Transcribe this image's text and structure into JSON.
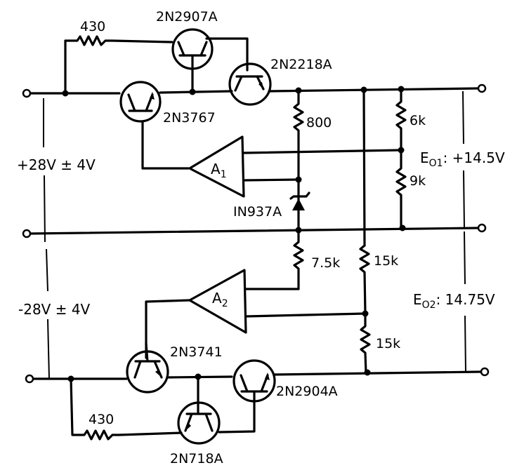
{
  "diagram": {
    "type": "circuit-schematic",
    "title": "Dual tracking regulated power supply (±28V in, +14.5V / -14.75V out)"
  },
  "inputs": {
    "positive_supply": "+28V ± 4V",
    "negative_supply": "-28V ± 4V"
  },
  "outputs": {
    "e01_prefix": "E",
    "e01_sub": "O1",
    "e01_value": ": +14.5V",
    "e02_prefix": "E",
    "e02_sub": "O2",
    "e02_value": ": 14.75V"
  },
  "transistors": {
    "q_top_mid": "2N2907A",
    "q_top_right": "2N2218A",
    "q_top_pass": "2N3767",
    "q_bot_pass": "2N3741",
    "q_bot_right": "2N2904A",
    "q_bot_mid": "2N718A"
  },
  "amplifiers": {
    "a1_main": "A",
    "a1_sub": "1",
    "a2_main": "A",
    "a2_sub": "2"
  },
  "diodes": {
    "zener": "IN937A"
  },
  "resistors": {
    "r_top_limit": "430",
    "r_zener_bias": "800",
    "r_div_top_upper": "6k",
    "r_div_top_lower": "9k",
    "r_ref_neg": "7.5k",
    "r_div_bot_upper": "15k",
    "r_div_bot_lower": "15k",
    "r_bot_limit": "430"
  }
}
